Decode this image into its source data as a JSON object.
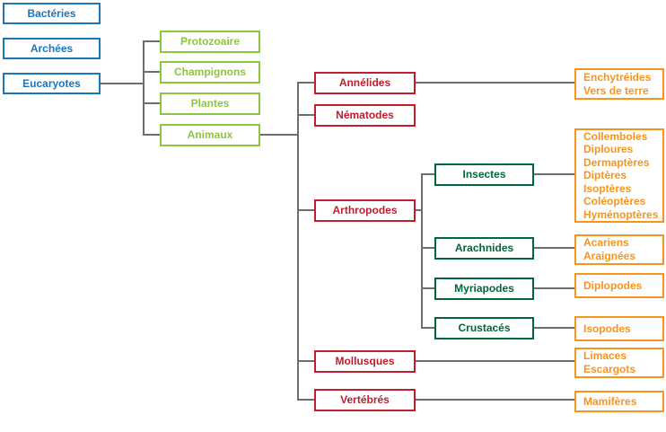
{
  "diagram": {
    "description": "Arbre de classification du vivant (taxonomie en français)",
    "colors": {
      "blue": "#1B75BB",
      "green": "#8CC63F",
      "red": "#BE1E2D",
      "dark_green": "#006838",
      "orange": "#F7941E",
      "line_gray": "#6D6E71",
      "background": "#FFFFFF"
    },
    "nodes": {
      "bacteries": {
        "label": "Bactéries"
      },
      "archees": {
        "label": "Archées"
      },
      "eucaryotes": {
        "label": "Eucaryotes"
      },
      "protozoaire": {
        "label": "Protozoaire"
      },
      "champignons": {
        "label": "Champignons"
      },
      "plantes": {
        "label": "Plantes"
      },
      "animaux": {
        "label": "Animaux"
      },
      "annelides": {
        "label": "Annélides"
      },
      "nematodes": {
        "label": "Nématodes"
      },
      "arthropodes": {
        "label": "Arthropodes"
      },
      "mollusques": {
        "label": "Mollusques"
      },
      "vertebres": {
        "label": "Vertébrés"
      },
      "insectes": {
        "label": "Insectes"
      },
      "arachnides": {
        "label": "Arachnides"
      },
      "myriapodes": {
        "label": "Myriapodes"
      },
      "crustaces": {
        "label": "Crustacés"
      },
      "enchytreides": {
        "label": "Enchytréides\nVers de terre"
      },
      "ordres_insectes": {
        "label": "Collemboles\nDiploures\nDermaptères\nDiptères\nIsoptères\nColéoptères\nHyménoptères"
      },
      "acariens": {
        "label": "Acariens\nAraignées"
      },
      "diplopodes": {
        "label": "Diplopodes"
      },
      "isopodes": {
        "label": "Isopodes"
      },
      "limaces": {
        "label": "Limaces\nEscargots"
      },
      "mamiferes": {
        "label": "Mamifères"
      }
    }
  }
}
